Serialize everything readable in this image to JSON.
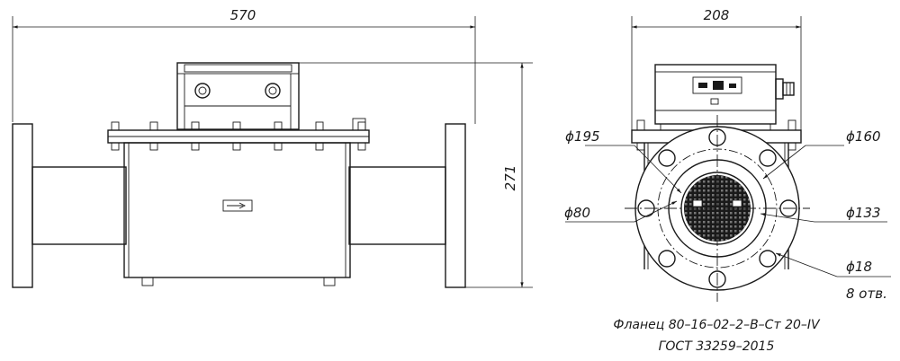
{
  "front_view": {
    "length_dimension": "570",
    "height_dimension": "271"
  },
  "side_view": {
    "width_dimension": "208",
    "labels": {
      "d195": "ϕ195",
      "d160": "ϕ160",
      "d80": "ϕ80",
      "d133": "ϕ133",
      "d18": "ϕ18",
      "holes": "8 отв."
    }
  },
  "caption": {
    "line1": "Фланец 80–16–02–2–В–Ст 20–IV",
    "line2": "ГОСТ 33259–2015"
  }
}
